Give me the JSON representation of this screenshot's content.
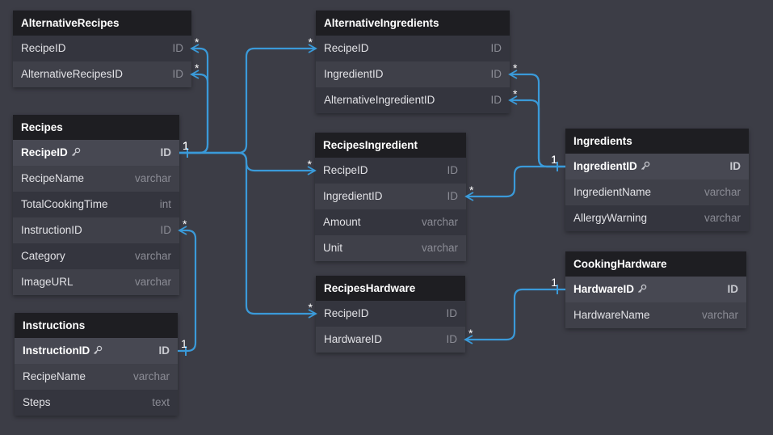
{
  "colors": {
    "link": "#3a9ad9",
    "header": "#1e1e22",
    "background": "#3c3d46"
  },
  "tables": [
    {
      "name": "AlternativeRecipes",
      "fields": [
        {
          "name": "RecipeID",
          "type": "ID",
          "pk": false
        },
        {
          "name": "AlternativeRecipesID",
          "type": "ID",
          "pk": false
        }
      ]
    },
    {
      "name": "Recipes",
      "fields": [
        {
          "name": "RecipeID",
          "type": "ID",
          "pk": true
        },
        {
          "name": "RecipeName",
          "type": "varchar",
          "pk": false
        },
        {
          "name": "TotalCookingTime",
          "type": "int",
          "pk": false
        },
        {
          "name": "InstructionID",
          "type": "ID",
          "pk": false
        },
        {
          "name": "Category",
          "type": "varchar",
          "pk": false
        },
        {
          "name": "ImageURL",
          "type": "varchar",
          "pk": false
        }
      ]
    },
    {
      "name": "Instructions",
      "fields": [
        {
          "name": "InstructionID",
          "type": "ID",
          "pk": true
        },
        {
          "name": "RecipeName",
          "type": "varchar",
          "pk": false
        },
        {
          "name": "Steps",
          "type": "text",
          "pk": false
        }
      ]
    },
    {
      "name": "AlternativeIngredients",
      "fields": [
        {
          "name": "RecipeID",
          "type": "ID",
          "pk": false
        },
        {
          "name": "IngredientID",
          "type": "ID",
          "pk": false
        },
        {
          "name": "AlternativeIngredientID",
          "type": "ID",
          "pk": false
        }
      ]
    },
    {
      "name": "RecipesIngredient",
      "fields": [
        {
          "name": "RecipeID",
          "type": "ID",
          "pk": false
        },
        {
          "name": "IngredientID",
          "type": "ID",
          "pk": false
        },
        {
          "name": "Amount",
          "type": "varchar",
          "pk": false
        },
        {
          "name": "Unit",
          "type": "varchar",
          "pk": false
        }
      ]
    },
    {
      "name": "RecipesHardware",
      "fields": [
        {
          "name": "RecipeID",
          "type": "ID",
          "pk": false
        },
        {
          "name": "HardwareID",
          "type": "ID",
          "pk": false
        }
      ]
    },
    {
      "name": "Ingredients",
      "fields": [
        {
          "name": "IngredientID",
          "type": "ID",
          "pk": true
        },
        {
          "name": "IngredientName",
          "type": "varchar",
          "pk": false
        },
        {
          "name": "AllergyWarning",
          "type": "varchar",
          "pk": false
        }
      ]
    },
    {
      "name": "CookingHardware",
      "fields": [
        {
          "name": "HardwareID",
          "type": "ID",
          "pk": true
        },
        {
          "name": "HardwareName",
          "type": "varchar",
          "pk": false
        }
      ]
    }
  ],
  "relations": [
    {
      "from": "Recipes.RecipeID",
      "from_card": "1",
      "to": "AlternativeRecipes.RecipeID",
      "to_card": "*"
    },
    {
      "from": "Recipes.RecipeID",
      "from_card": "1",
      "to": "AlternativeRecipes.AlternativeRecipesID",
      "to_card": "*"
    },
    {
      "from": "Recipes.RecipeID",
      "from_card": "1",
      "to": "AlternativeIngredients.RecipeID",
      "to_card": "*"
    },
    {
      "from": "Recipes.RecipeID",
      "from_card": "1",
      "to": "RecipesIngredient.RecipeID",
      "to_card": "*"
    },
    {
      "from": "Recipes.RecipeID",
      "from_card": "1",
      "to": "RecipesHardware.RecipeID",
      "to_card": "*"
    },
    {
      "from": "Instructions.InstructionID",
      "from_card": "1",
      "to": "Recipes.InstructionID",
      "to_card": "*"
    },
    {
      "from": "Ingredients.IngredientID",
      "from_card": "1",
      "to": "AlternativeIngredients.IngredientID",
      "to_card": "*"
    },
    {
      "from": "Ingredients.IngredientID",
      "from_card": "1",
      "to": "AlternativeIngredients.AlternativeIngredientID",
      "to_card": "*"
    },
    {
      "from": "Ingredients.IngredientID",
      "from_card": "1",
      "to": "RecipesIngredient.IngredientID",
      "to_card": "*"
    },
    {
      "from": "CookingHardware.HardwareID",
      "from_card": "1",
      "to": "RecipesHardware.HardwareID",
      "to_card": "*"
    }
  ]
}
